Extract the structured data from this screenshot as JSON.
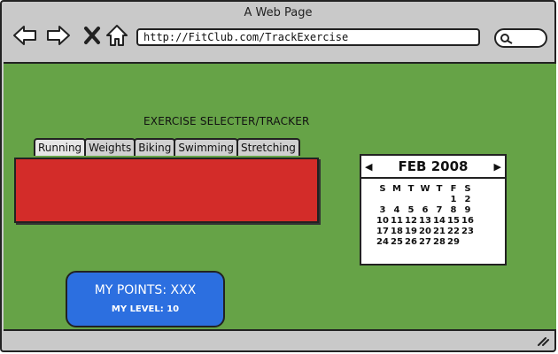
{
  "window": {
    "title": "A Web Page"
  },
  "toolbar": {
    "back_icon": "back-arrow-icon",
    "forward_icon": "forward-arrow-icon",
    "stop_icon": "close-icon",
    "home_icon": "home-icon",
    "url": "http://FitClub.com/TrackExercise",
    "search_icon": "search-icon"
  },
  "main": {
    "section_title": "EXERCISE SELECTER/TRACKER",
    "tabs": [
      {
        "label": "Running"
      },
      {
        "label": "Weights"
      },
      {
        "label": "Biking"
      },
      {
        "label": "Swimming"
      },
      {
        "label": "Stretching"
      }
    ],
    "panel_color": "#d32c29",
    "calendar": {
      "month_label": "FEB 2008",
      "weekdays": [
        "S",
        "M",
        "T",
        "W",
        "T",
        "F",
        "S"
      ],
      "weeks": [
        [
          "",
          "",
          "",
          "",
          "",
          "1",
          "2"
        ],
        [
          "3",
          "4",
          "5",
          "6",
          "7",
          "8",
          "9"
        ],
        [
          "10",
          "11",
          "12",
          "13",
          "14",
          "15",
          "16"
        ],
        [
          "17",
          "18",
          "19",
          "20",
          "21",
          "22",
          "23"
        ],
        [
          "24",
          "25",
          "26",
          "27",
          "28",
          "29",
          ""
        ]
      ]
    },
    "points_card": {
      "points_text": "MY POINTS:  XXX",
      "level_text": "MY LEVEL:  10"
    }
  },
  "colors": {
    "content_bg": "#66a347",
    "chrome": "#c9c9c9",
    "card_blue": "#2c6fe0"
  }
}
